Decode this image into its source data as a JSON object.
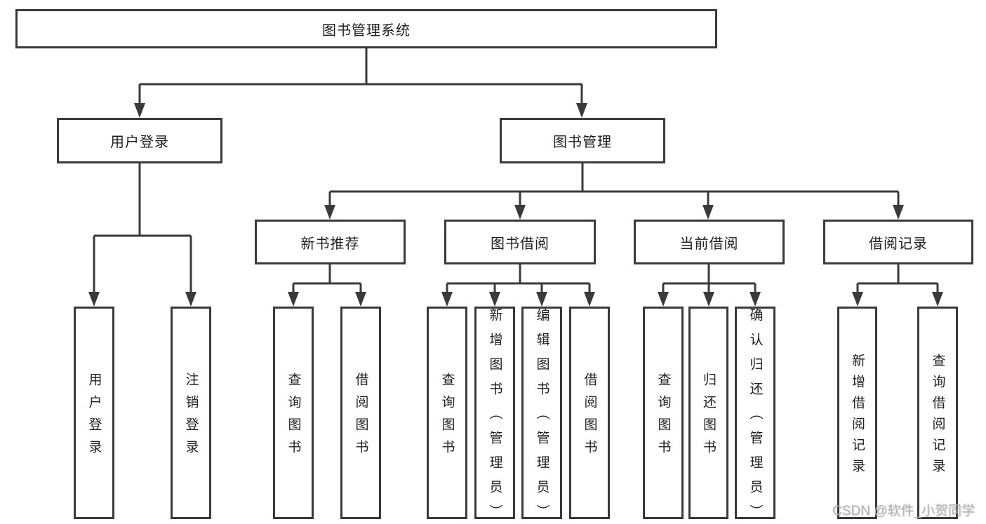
{
  "tree": {
    "root": "图书管理系统",
    "user_login": {
      "label": "用户登录",
      "children": [
        "用户登录",
        "注销登录"
      ]
    },
    "book_mgmt": {
      "label": "图书管理",
      "new_books": {
        "label": "新书推荐",
        "children": [
          "查询图书",
          "借阅图书"
        ]
      },
      "borrow": {
        "label": "图书借阅",
        "children": [
          "查询图书",
          "新增图书（管理员）",
          "编辑图书（管理员）",
          "借阅图书"
        ]
      },
      "current": {
        "label": "当前借阅",
        "children": [
          "查询图书",
          "归还图书",
          "确认归还（管理员）"
        ]
      },
      "records": {
        "label": "借阅记录",
        "children": [
          "新增借阅记录",
          "查询借阅记录"
        ]
      }
    }
  },
  "watermark": "CSDN @软件_小贺同学",
  "colors": {
    "line": "#3a3a3a",
    "box_border": "#3a3a3a",
    "text": "#1f1f1f",
    "watermark": "#b5b5b5",
    "background": "#ffffff"
  }
}
